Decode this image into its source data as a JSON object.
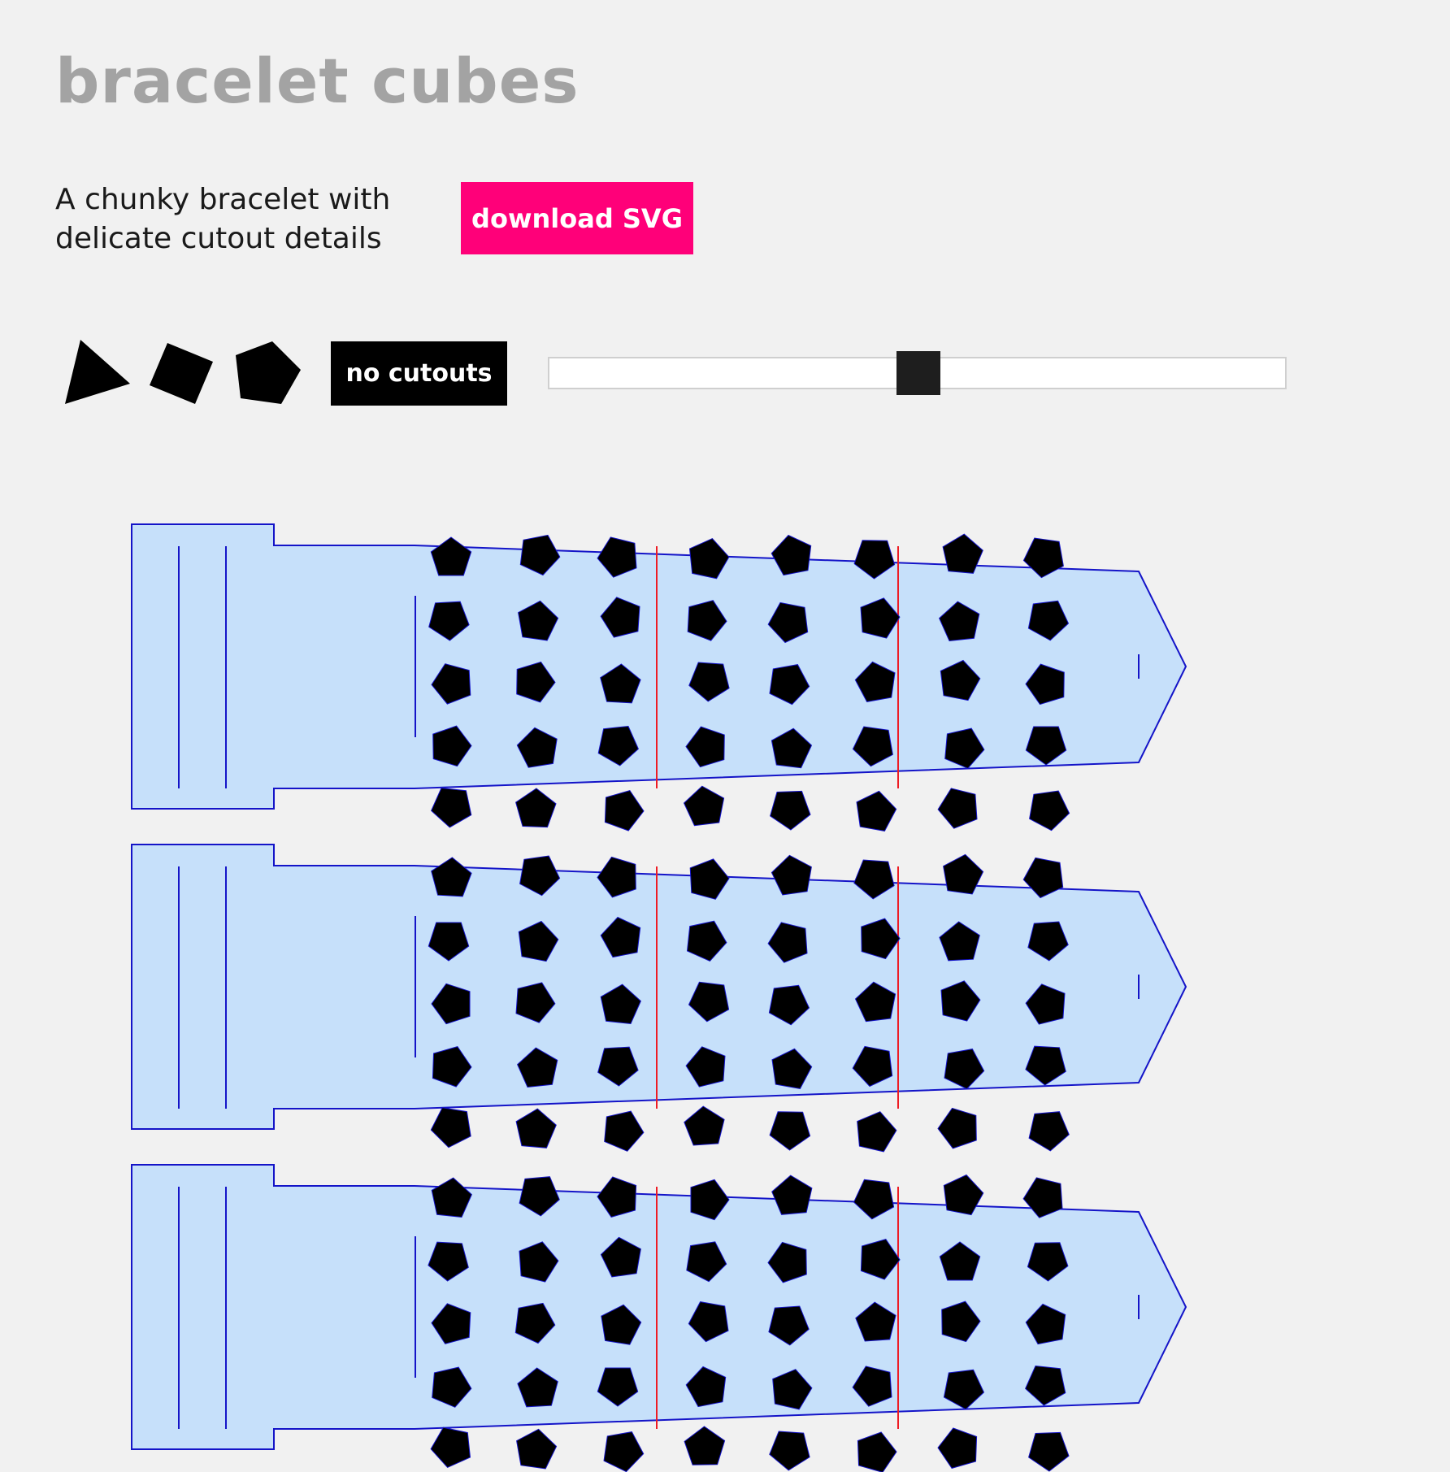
{
  "header": {
    "title": "bracelet cubes"
  },
  "intro": {
    "description_line1": "A chunky bracelet with",
    "description_line2": "delicate cutout details",
    "download_label": "download SVG"
  },
  "controls": {
    "shape_options": [
      "triangle-icon",
      "square-icon",
      "pentagon-icon"
    ],
    "no_cutouts_label": "no cutouts",
    "size_slider_fraction": 0.5
  },
  "pattern": {
    "piece_count": 3,
    "cutout_shape": "pentagon",
    "colors": {
      "piece_fill": "#c6e0fa",
      "outline": "#1414c8",
      "fold_line": "#ee1c24",
      "cutout": "#000000",
      "accent": "#ff0079"
    }
  }
}
